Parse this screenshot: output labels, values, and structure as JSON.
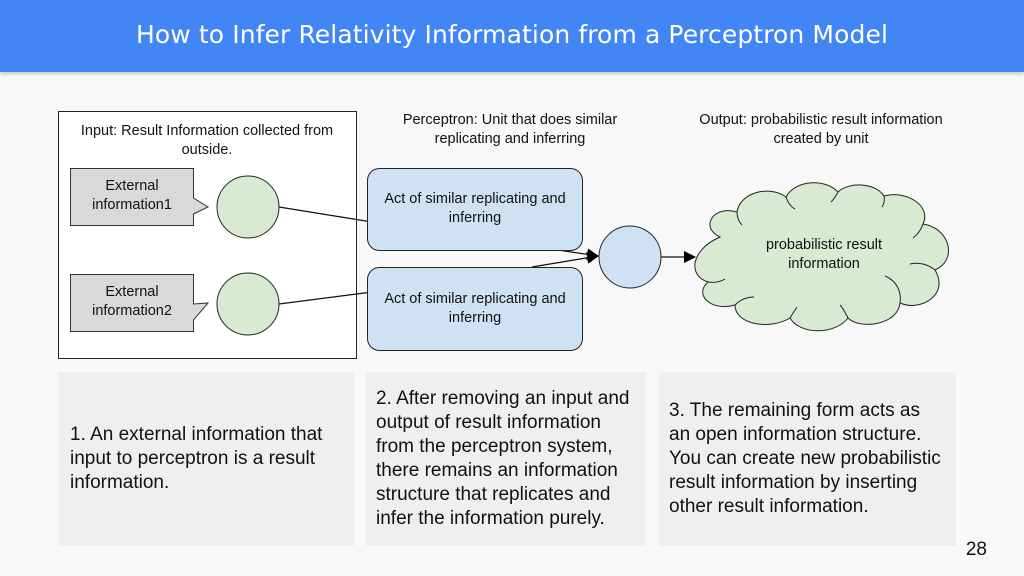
{
  "slide": {
    "title": "How to Infer Relativity Information from a Perceptron Model",
    "page_number": "28"
  },
  "diagram": {
    "input_section": {
      "label": "Input: Result Information collected from outside.",
      "callouts": [
        {
          "text": "External information1"
        },
        {
          "text": "External information2"
        }
      ]
    },
    "perceptron_section": {
      "label": "Perceptron: Unit that does similar replicating and inferring",
      "boxes": [
        {
          "text": "Act of similar replicating and inferring"
        },
        {
          "text": "Act of similar replicating and inferring"
        }
      ]
    },
    "output_section": {
      "label": "Output: probabilistic result information created by unit",
      "cloud_text": "probabilistic result information"
    },
    "colors": {
      "header": "#4285f4",
      "input_node_fill": "#d9ead3",
      "unit_fill": "#cfe2f3",
      "callout_fill": "#d9d9d9",
      "note_fill": "#efefef"
    }
  },
  "notes": [
    {
      "text": "1. An external information that input to perceptron is a result information."
    },
    {
      "text": "2. After removing an input and output of result information from the perceptron system, there remains an information structure that replicates and infer the information purely."
    },
    {
      "text": "3. The remaining form acts as an open information structure. You can create new probabilistic result information by inserting other result information."
    }
  ]
}
